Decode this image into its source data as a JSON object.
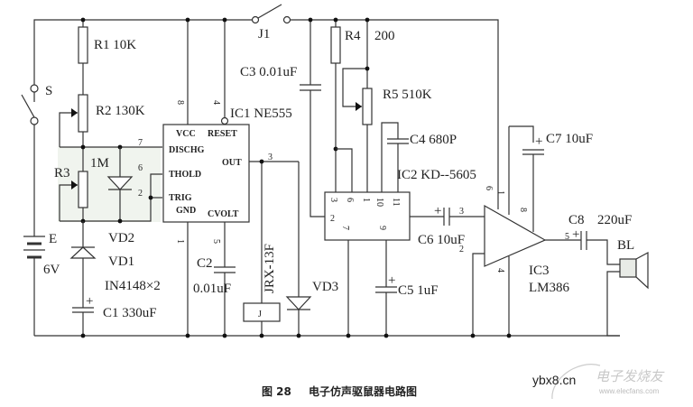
{
  "figure": {
    "caption_number": "图 28",
    "caption_title": "电子仿声驱鼠器电路图"
  },
  "watermark": {
    "site": "ybx8.cn",
    "brand": "电子发烧友",
    "url": "www.elecfans.com"
  },
  "components": {
    "S": "S",
    "E": "E",
    "E_value": "6V",
    "R1": "R1  10K",
    "R2": "R2  130K",
    "R3": "R3",
    "R3_value": "1M",
    "VD2": "VD2",
    "VD1": "VD1",
    "diodes_part": "IN4148×2",
    "C1": "C1  330uF",
    "C2": "C2",
    "C2_value": "0.01uF",
    "IC1": "IC1  NE555",
    "J1": "J1",
    "C3": "C3  0.01uF",
    "R4": "R4",
    "R4_value": "200",
    "R5": "R5  510K",
    "C4": "C4  680P",
    "IC2": "IC2  KD--5605",
    "C5": "C5 1uF",
    "C6": "C6  10uF",
    "C7": "C7  10uF",
    "C8": "C8",
    "C8_value": "220uF",
    "IC3": "IC3",
    "IC3_part": "LM386",
    "relay": "JRX-13F",
    "relay_coil": "J",
    "VD3": "VD3",
    "BL": "BL",
    "plus": "+"
  },
  "ic1_pins": {
    "vcc": "VCC",
    "reset": "RESET",
    "dischg": "DISCHG",
    "out": "OUT",
    "thold": "THOLD",
    "trig": "TRIG",
    "gnd": "GND",
    "cvolt": "CVOLT",
    "n8": "8",
    "n4": "4",
    "n7": "7",
    "n6": "6",
    "n2": "2",
    "n3": "3",
    "n1": "1",
    "n5": "5"
  },
  "ic2_pins": {
    "n3": "3",
    "n6": "6",
    "n1": "1",
    "n10": "10",
    "n11": "11",
    "n2": "2",
    "n7": "7",
    "n9": "9"
  },
  "ic3_pins": {
    "n6": "6",
    "n1": "1",
    "n8": "8",
    "n3": "3",
    "n2": "2",
    "n5": "5",
    "n4": "4"
  }
}
